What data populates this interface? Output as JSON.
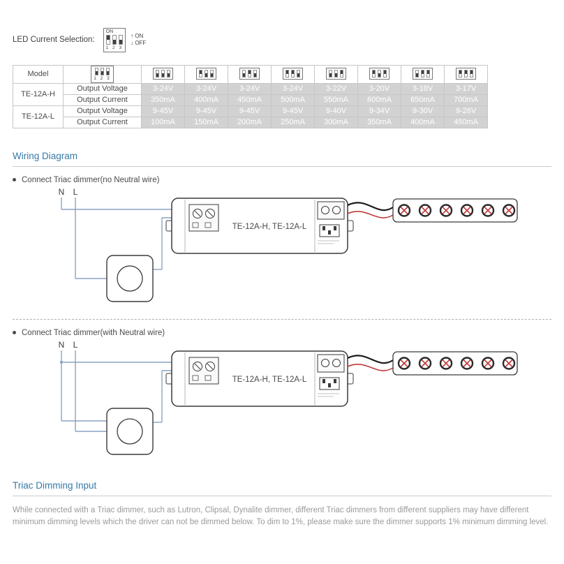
{
  "header": {
    "label": "LED Current Selection:",
    "legend": {
      "on_label": "ON",
      "numbers": "1 2 3",
      "pattern": "UDD",
      "arrow_up": "↑",
      "arrow_up_label": "ON",
      "arrow_down": "↓",
      "arrow_down_label": "OFF"
    }
  },
  "table": {
    "model_header": "Model",
    "key_icon_pattern": "DDD",
    "key_icon_numbers": "1 2 3",
    "voltage_label": "Output Voltage",
    "current_label": "Output Current",
    "dip_patterns": [
      "DDD",
      "UDD",
      "DUD",
      "UUD",
      "DDU",
      "UDU",
      "DUU",
      "UUU"
    ],
    "models": [
      {
        "name": "TE-12A-H",
        "voltages": [
          "3-24V",
          "3-24V",
          "3-24V",
          "3-24V",
          "3-22V",
          "3-20V",
          "3-18V",
          "3-17V"
        ],
        "currents": [
          "350mA",
          "400mA",
          "450mA",
          "500mA",
          "550mA",
          "600mA",
          "650mA",
          "700mA"
        ]
      },
      {
        "name": "TE-12A-L",
        "voltages": [
          "9-45V",
          "9-45V",
          "9-45V",
          "9-45V",
          "9-40V",
          "9-34V",
          "9-30V",
          "9-26V"
        ],
        "currents": [
          "100mA",
          "150mA",
          "200mA",
          "250mA",
          "300mA",
          "350mA",
          "400mA",
          "450mA"
        ]
      }
    ]
  },
  "wiring": {
    "heading": "Wiring Diagram",
    "diagrams": [
      {
        "bullet": "Connect Triac dimmer(no Neutral wire)",
        "neutral_wire": false,
        "n_label": "N",
        "l_label": "L",
        "driver_label": "TE-12A-H, TE-12A-L"
      },
      {
        "bullet": "Connect Triac dimmer(with Neutral wire)",
        "neutral_wire": true,
        "n_label": "N",
        "l_label": "L",
        "driver_label": "TE-12A-H, TE-12A-L"
      }
    ]
  },
  "triac": {
    "heading": "Triac Dimming Input",
    "body": "While connected with a Triac dimmer, such as Lutron, Clipsal, Dynalite dimmer, different Triac dimmers from different suppliers may have different minimum dimming levels which the driver can not be dimmed below. To dim to 1%, please make sure the dimmer supports 1% minimum dimming level."
  },
  "colors": {
    "heading_blue": "#3579a8",
    "table_cell_gray": "#d2d2d2",
    "wire_blue": "#8aa2c4",
    "wire_black": "#1a1a1a",
    "wire_red": "#c23a3a",
    "led_red": "#c23a3a"
  }
}
